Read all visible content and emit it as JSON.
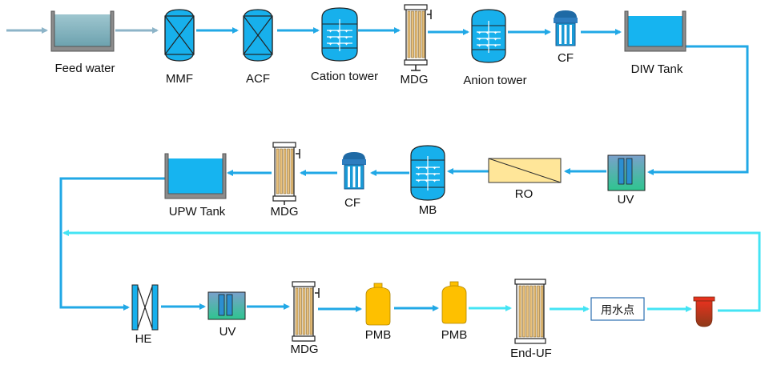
{
  "diagram": {
    "row1": {
      "feed": "Feed water",
      "mmf": "MMF",
      "acf": "ACF",
      "cation": "Cation tower",
      "mdg": "MDG",
      "anion": "Anion tower",
      "cf": "CF",
      "diw": "DIW Tank"
    },
    "row2": {
      "upw": "UPW Tank",
      "mdg": "MDG",
      "cf": "CF",
      "mb": "MB",
      "ro": "RO",
      "uv": "UV"
    },
    "row3": {
      "he": "HE",
      "uv": "UV",
      "mdg": "MDG",
      "pmb1": "PMB",
      "pmb2": "PMB",
      "enduf": "End-UF",
      "use_point": "用水点"
    }
  },
  "colors": {
    "pipe": "#21a8e6",
    "loop": "#44e4f4",
    "feed_pipe": "#8db4c8",
    "tank_water": "#16b4f0",
    "vessel": "#17b0ec",
    "pmb": "#fec000",
    "ro_fill": "#ffe699"
  }
}
